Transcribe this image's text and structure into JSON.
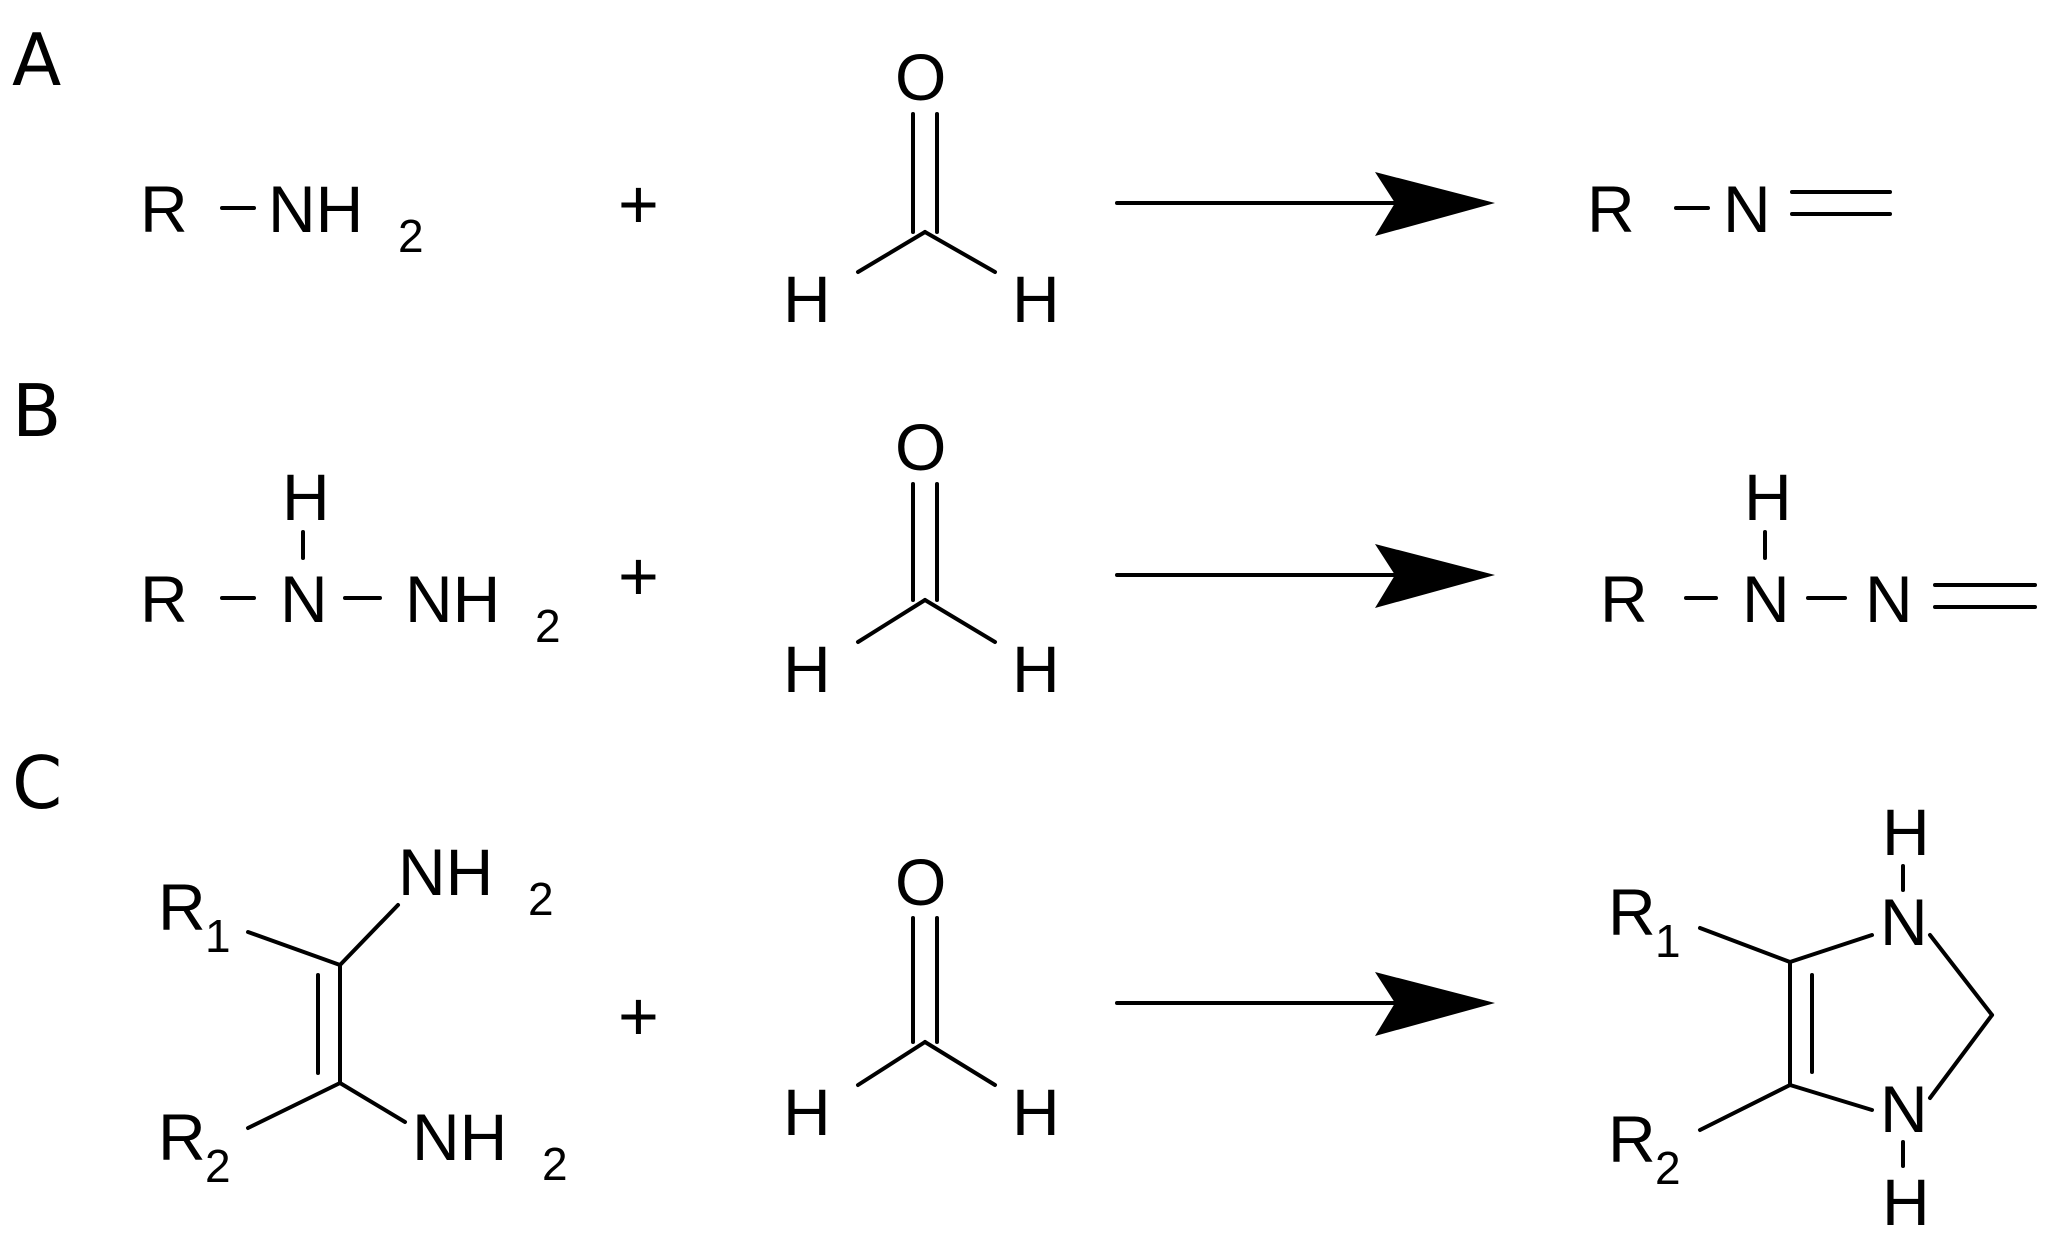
{
  "panels": [
    {
      "label": "A",
      "reactant": {
        "R": "R",
        "NH": "NH",
        "H2sub": "2"
      },
      "plus": "+",
      "aldehyde": {
        "O": "O",
        "H_left": "H",
        "H_right": "H"
      },
      "product": {
        "R": "R",
        "N": "N"
      }
    },
    {
      "label": "B",
      "reactant": {
        "R": "R",
        "H_top": "H",
        "N": "N",
        "NH": "NH",
        "H2sub": "2"
      },
      "plus": "+",
      "aldehyde": {
        "O": "O",
        "H_left": "H",
        "H_right": "H"
      },
      "product": {
        "R": "R",
        "H_top": "H",
        "N1": "N",
        "N2": "N"
      }
    },
    {
      "label": "C",
      "reactant": {
        "R1": "R",
        "R1sub": "1",
        "R2": "R",
        "R2sub": "2",
        "NH_top": "NH",
        "NH_top_sub": "2",
        "NH_bot": "NH",
        "NH_bot_sub": "2"
      },
      "plus": "+",
      "aldehyde": {
        "O": "O",
        "H_left": "H",
        "H_right": "H"
      },
      "product": {
        "R1": "R",
        "R1sub": "1",
        "R2": "R",
        "R2sub": "2",
        "H_top": "H",
        "N_top": "N",
        "N_bot": "N",
        "H_bot": "H"
      }
    }
  ]
}
